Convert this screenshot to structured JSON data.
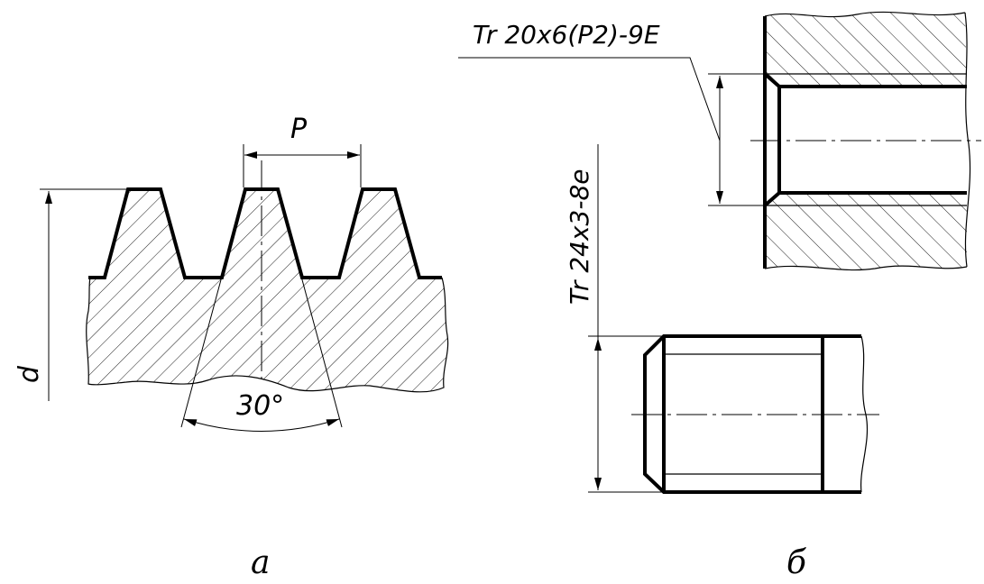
{
  "diagram": {
    "label_a": "а",
    "label_b": "б",
    "pitch_label": "P",
    "diameter_label": "d",
    "angle_label": "30°",
    "internal_thread_designation": "Tr 20x6(P2)-9E",
    "external_thread_designation": "Tr 24x3-8e"
  },
  "colors": {
    "line": "#000000",
    "background": "#ffffff"
  }
}
